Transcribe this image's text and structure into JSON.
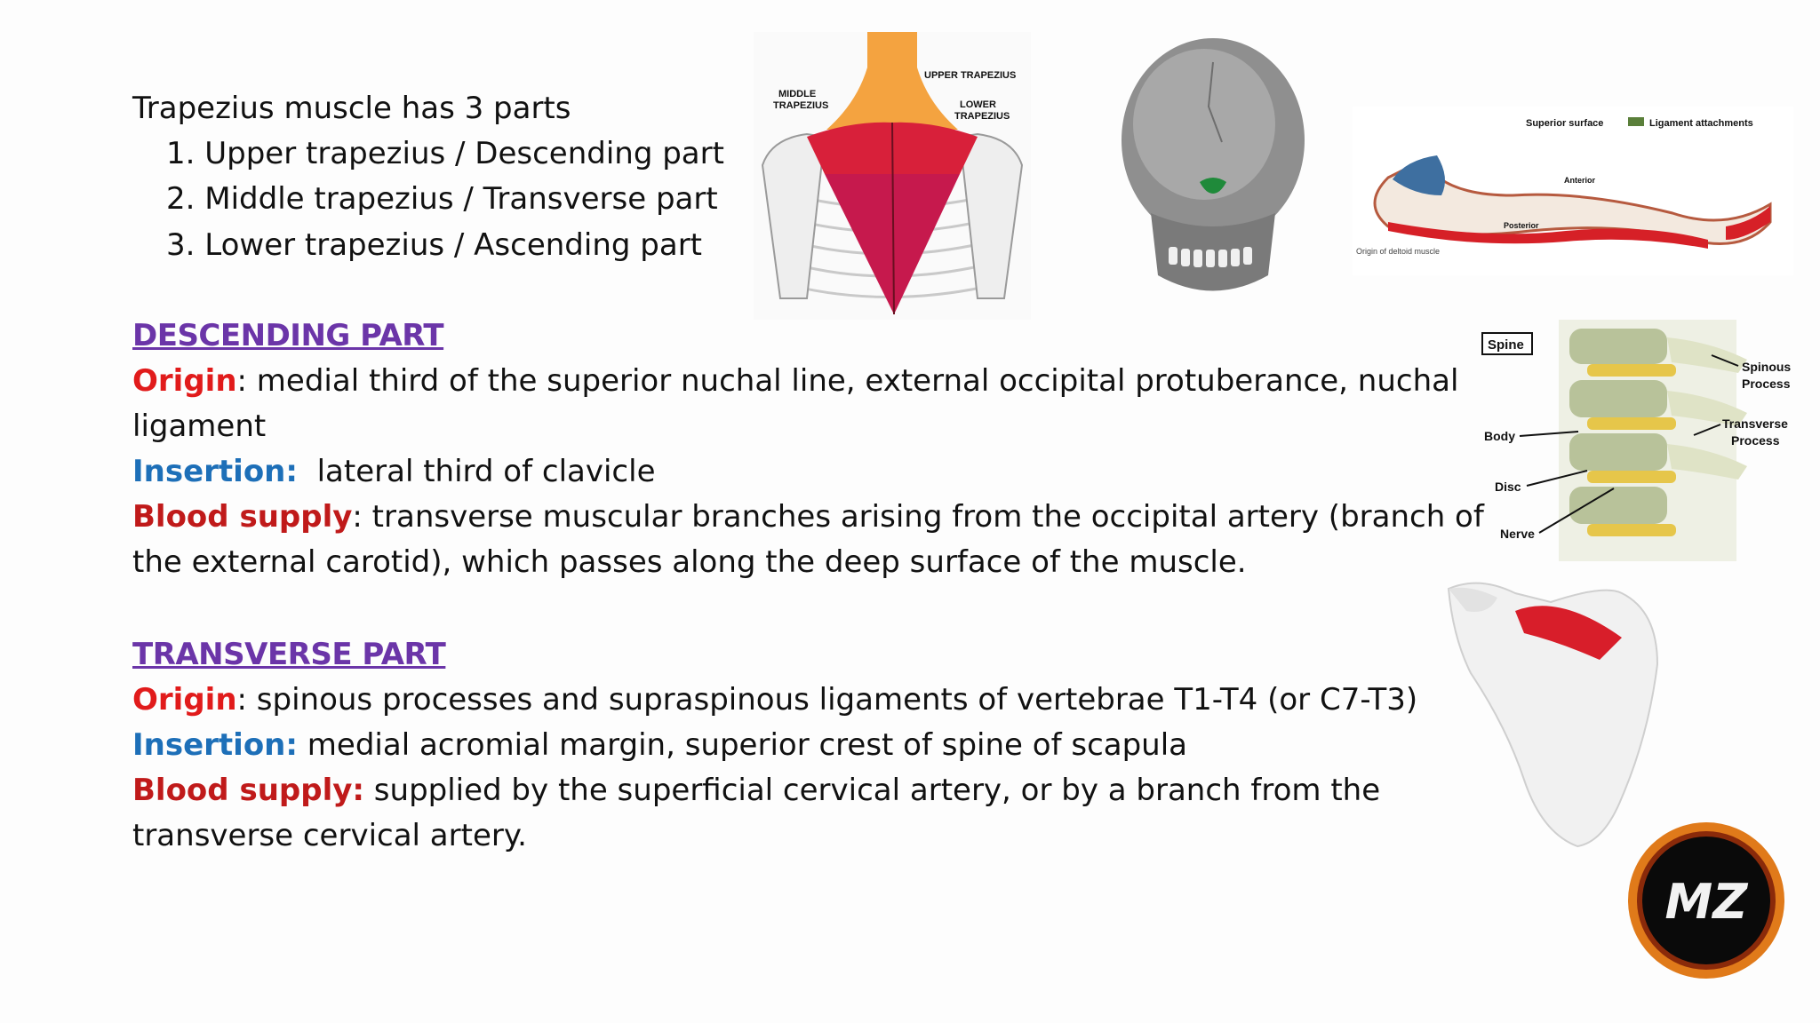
{
  "intro": {
    "title": "Trapezius muscle has 3 parts",
    "parts": [
      "1. Upper trapezius / Descending part",
      "2. Middle trapezius / Transverse part",
      "3. Lower trapezius / Ascending part"
    ]
  },
  "descending": {
    "heading": "DESCENDING PART",
    "origin_label": "Origin",
    "origin_text": ": medial third of the superior nuchal line, external occipital protuberance, nuchal",
    "origin_text_cont": "ligament",
    "insertion_label": "Insertion:",
    "insertion_text": "  lateral third of clavicle",
    "blood_label": "Blood supply",
    "blood_text": ": transverse muscular branches arising from the occipital artery (branch of",
    "blood_text_cont": "the external carotid), which passes along the deep surface of the muscle."
  },
  "transverse": {
    "heading": "TRANSVERSE PART",
    "origin_label": "Origin",
    "origin_text": ": spinous processes and supraspinous ligaments of vertebrae T1-T4 (or C7-T3)",
    "insertion_label": "Insertion:",
    "insertion_text": " medial acromial margin, superior crest of spine of scapula",
    "blood_label": "Blood supply:",
    "blood_text": " supplied by the superficial cervical artery, or by a branch from the",
    "blood_text_cont": "transverse cervical artery."
  },
  "figures": {
    "trapezius": {
      "upper": "UPPER TRAPEZIUS",
      "middle_1": "MIDDLE",
      "middle_2": "TRAPEZIUS",
      "lower_1": "LOWER",
      "lower_2": "TRAPEZIUS"
    },
    "clavicle": {
      "superior": "Superior surface",
      "legend": "Ligament attachments",
      "anterior": "Anterior",
      "posterior": "Posterior",
      "deltoid": "Origin of deltoid muscle"
    },
    "spine": {
      "title": "Spine",
      "spinous_1": "Spinous",
      "spinous_2": "Process",
      "transverse_1": "Transverse",
      "transverse_2": "Process",
      "body": "Body",
      "disc": "Disc",
      "nerve": "Nerve"
    },
    "logo": "MZ"
  },
  "colors": {
    "heading": "#6b35a8",
    "origin": "#e11b1b",
    "insertion": "#1d6fb8",
    "blood": "#c01a1a"
  }
}
